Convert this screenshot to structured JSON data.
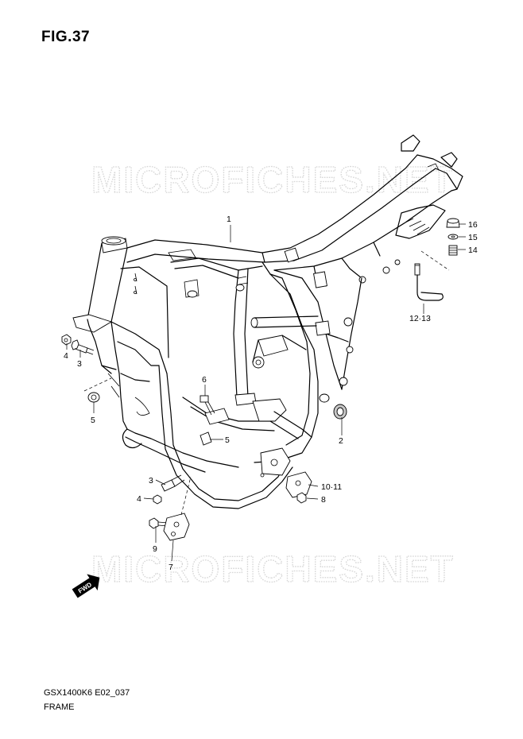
{
  "header": {
    "figure": "FIG.37"
  },
  "footer": {
    "code": "GSX1400K6 E02_037",
    "name": "FRAME"
  },
  "watermark": {
    "text": "MICROFICHES.NET"
  },
  "direction_marker": {
    "label": "FWD"
  },
  "callouts": {
    "c1": "1",
    "c2": "2",
    "c3a": "3",
    "c3b": "3",
    "c4a": "4",
    "c4b": "4",
    "c5a": "5",
    "c5b": "5",
    "c6": "6",
    "c7": "7",
    "c8": "8",
    "c9": "9",
    "c1011": "10·11",
    "c1213": "12·13",
    "c14": "14",
    "c15": "15",
    "c16": "16"
  }
}
